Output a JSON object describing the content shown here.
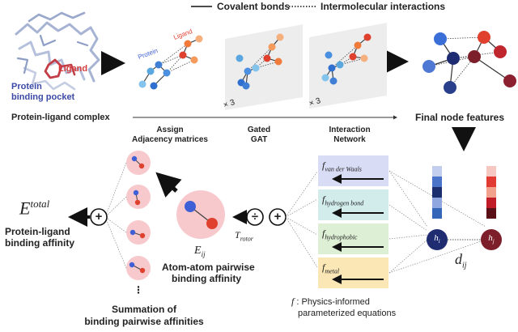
{
  "legend": {
    "covalent": "Covalent bonds",
    "intermolecular": "Intermolecular interactions"
  },
  "complex": {
    "ligand": "Ligand",
    "pocket_line1": "Protein",
    "pocket_line2": "binding pocket",
    "caption": "Protein-ligand complex"
  },
  "graph": {
    "protein": "Protein",
    "ligand": "Ligand",
    "repeat1": "× 3",
    "repeat2": "× 3"
  },
  "final": "Final node features",
  "stages": {
    "assign_line1": "Assign",
    "assign_line2": "Adjacency matrices",
    "gated_line1": "Gated",
    "gated_line2": "GAT",
    "interaction_line1": "Interaction",
    "interaction_line2": "Network"
  },
  "equations": {
    "vdw": "van der Waals",
    "hbond": "hydrogen bond",
    "hydrophobic": "hydrophobic",
    "metal": "metal",
    "f": "f",
    "caption_line1": ": Physics-informed",
    "caption_line2": "parameterized equations"
  },
  "operators": {
    "divide": "÷",
    "plus": "+"
  },
  "energy": {
    "E": "E",
    "total": "total",
    "ij": "ij",
    "T": "T",
    "rotor": "rotor",
    "d": "d",
    "hi": "h",
    "hj": "h",
    "i": "i",
    "j": "j"
  },
  "affinity": {
    "protein_line1": "Protein-ligand",
    "protein_line2": "binding affinity",
    "pair_line1": "Atom-atom pairwise",
    "pair_line2": "binding affinity",
    "sum_line1": "Summation of",
    "sum_line2": "binding pairwise affinities",
    "ellipsis": "⋮"
  },
  "colors": {
    "protein_blue": "#3f5fd6",
    "ligand_red": "#e0402e",
    "panel_gray": "#ededed",
    "pink": "#f7c9cd",
    "vdw": "#d9dcf5",
    "hbond": "#d2ecec",
    "hydrophobic": "#ddefd4",
    "metal": "#fbe7b6",
    "dark_navy": "#1f2c72",
    "dark_red": "#7c1f2a"
  },
  "feature_vectors": {
    "hi": [
      "#c3cdee",
      "#4a74c9",
      "#1c2e6e",
      "#8fa6df",
      "#3566b8"
    ],
    "hj": [
      "#f7c8c2",
      "#e13a33",
      "#f2a28c",
      "#c01d28",
      "#5a0e16"
    ]
  }
}
